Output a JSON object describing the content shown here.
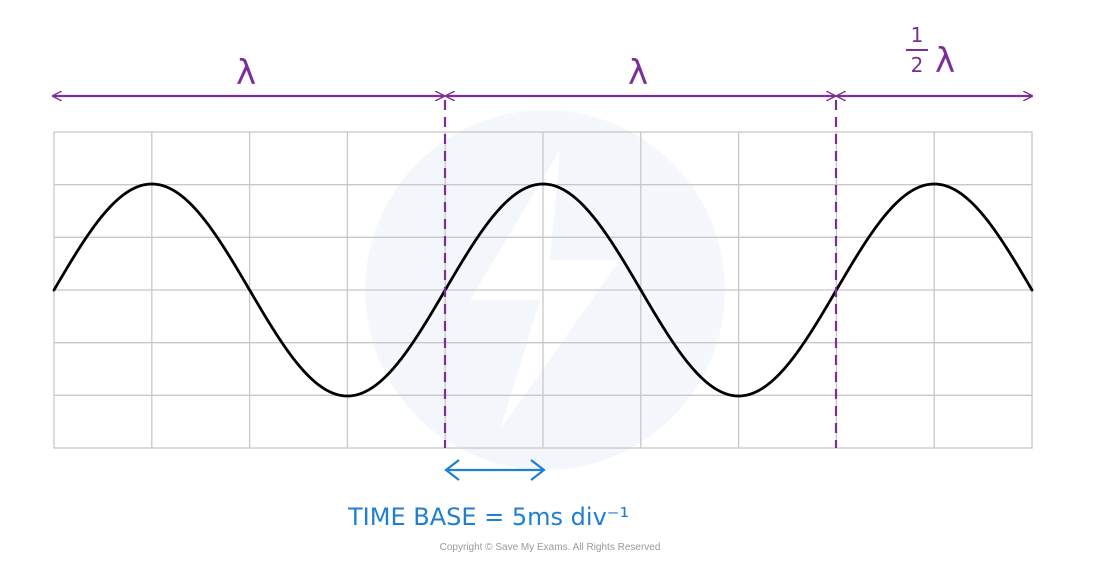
{
  "labels": {
    "wavelength_1": "λ",
    "wavelength_2": "λ",
    "half_numerator": "1",
    "half_denominator": "2",
    "half_lambda_symbol": "λ",
    "time_base": "TIME  BASE = 5ms div⁻¹",
    "copyright": "Copyright © Save My Exams. All Rights Reserved"
  },
  "colors": {
    "annotation": "#7a2e9c",
    "time_base": "#1f7fd0",
    "grid": "#c8c8c8",
    "wave": "#000000"
  },
  "grid": {
    "columns": 10,
    "rows": 6
  },
  "wave": {
    "cycles_shown": 2.5,
    "start_phase": "zero-crossing, rising"
  },
  "time_base": {
    "value": 5,
    "unit": "ms div⁻¹"
  }
}
